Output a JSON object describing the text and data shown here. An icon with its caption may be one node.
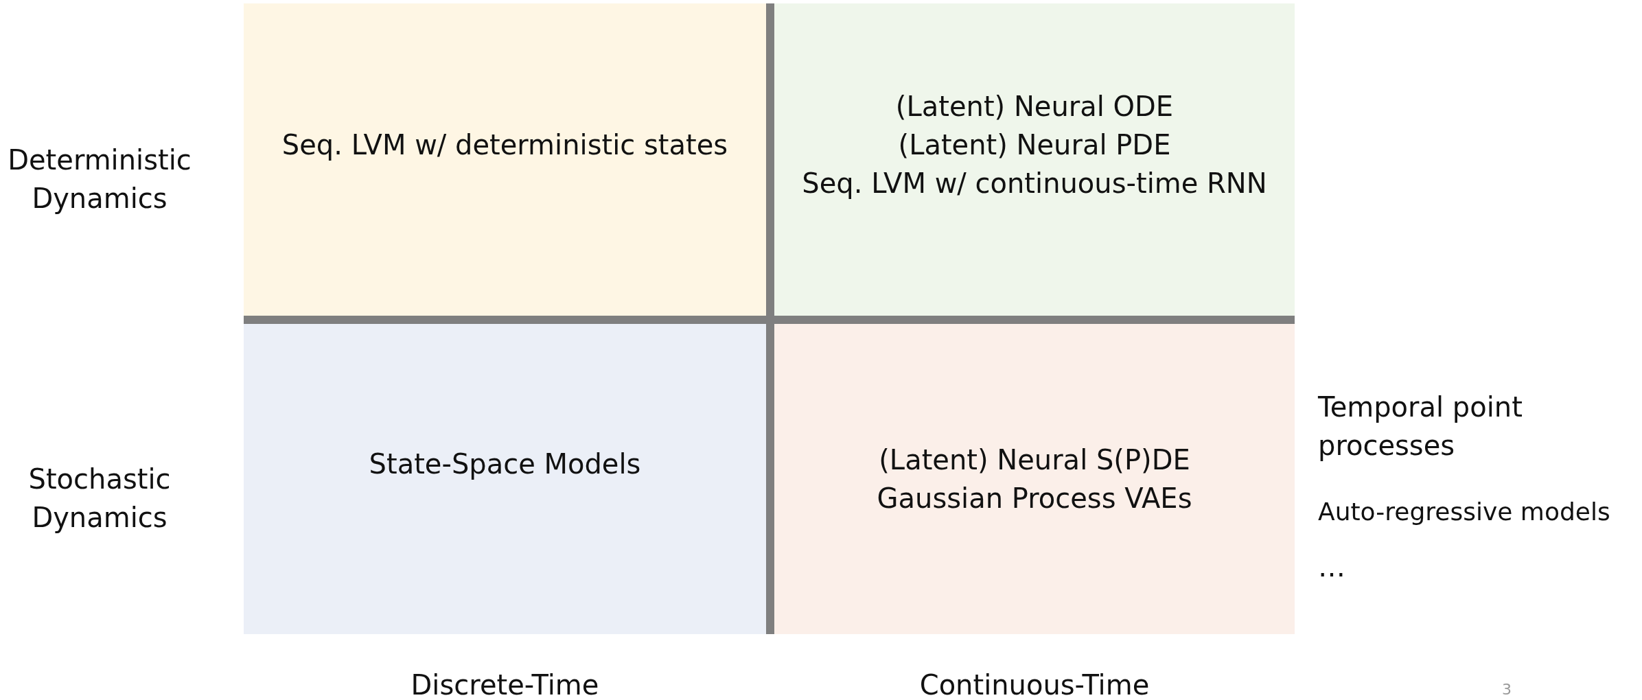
{
  "diagram": {
    "nodes": [
      {
        "text": [
          "Seq. LVM w/ deterministic states"
        ]
      },
      {
        "text": [
          "(Latent) Neural ODE",
          "(Latent) Neural PDE",
          "Seq. LVM w/ continuous-time RNN"
        ]
      },
      {
        "text": [
          "State-Space Models"
        ]
      },
      {
        "text": [
          "(Latent) Neural S(P)DE",
          "Gaussian Process VAEs"
        ]
      }
    ],
    "labels": [
      "Deterministic Dynamics",
      "Stochastic Dynamics",
      "Temporal point processes",
      "Auto-regressive models",
      "…",
      "Discrete-Time",
      "Continuous-Time",
      "3"
    ]
  }
}
